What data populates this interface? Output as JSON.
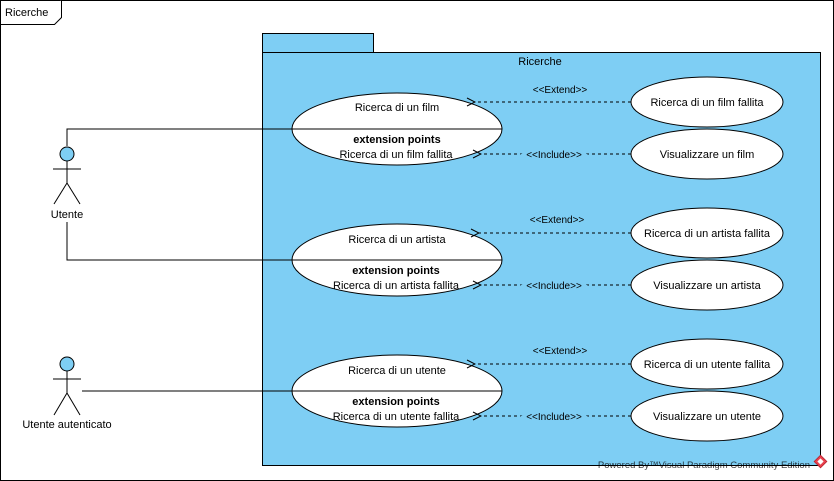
{
  "frame": {
    "title": "Ricerche"
  },
  "package": {
    "title": "Ricerche"
  },
  "actors": [
    {
      "id": "utente",
      "label": "Utente"
    },
    {
      "id": "utente-autenticato",
      "label": "Utente autenticato"
    }
  ],
  "use_cases": [
    {
      "id": "ricerca-film",
      "title": "Ricerca di un film",
      "ext_heading": "extension points",
      "ext_point": "Ricerca di un film fallita"
    },
    {
      "id": "ricerca-artista",
      "title": "Ricerca di un artista",
      "ext_heading": "extension points",
      "ext_point": "Ricerca di un artista fallita"
    },
    {
      "id": "ricerca-utente",
      "title": "Ricerca di un utente",
      "ext_heading": "extension points",
      "ext_point": "Ricerca di un utente fallita"
    }
  ],
  "side_cases": [
    {
      "id": "film-fallita",
      "label": "Ricerca di un film fallita"
    },
    {
      "id": "vis-film",
      "label": "Visualizzare un film"
    },
    {
      "id": "artista-fallita",
      "label": "Ricerca di un artista fallita"
    },
    {
      "id": "vis-artista",
      "label": "Visualizzare un artista"
    },
    {
      "id": "utente-fallita",
      "label": "Ricerca di un utente fallita"
    },
    {
      "id": "vis-utente",
      "label": "Visualizzare un utente"
    }
  ],
  "relations": [
    {
      "label": "<<Extend>>"
    },
    {
      "label": "<<Include>>"
    },
    {
      "label": "<<Extend>>"
    },
    {
      "label": "<<Include>>"
    },
    {
      "label": "<<Extend>>"
    },
    {
      "label": "<<Include>>"
    }
  ],
  "watermark": "Powered By™Visual Paradigm Community Edition",
  "colors": {
    "package_fill": "#7ecef4",
    "actor_fill": "#7ecef4",
    "stroke": "#000000",
    "watermark_accent": "#e8414d"
  }
}
